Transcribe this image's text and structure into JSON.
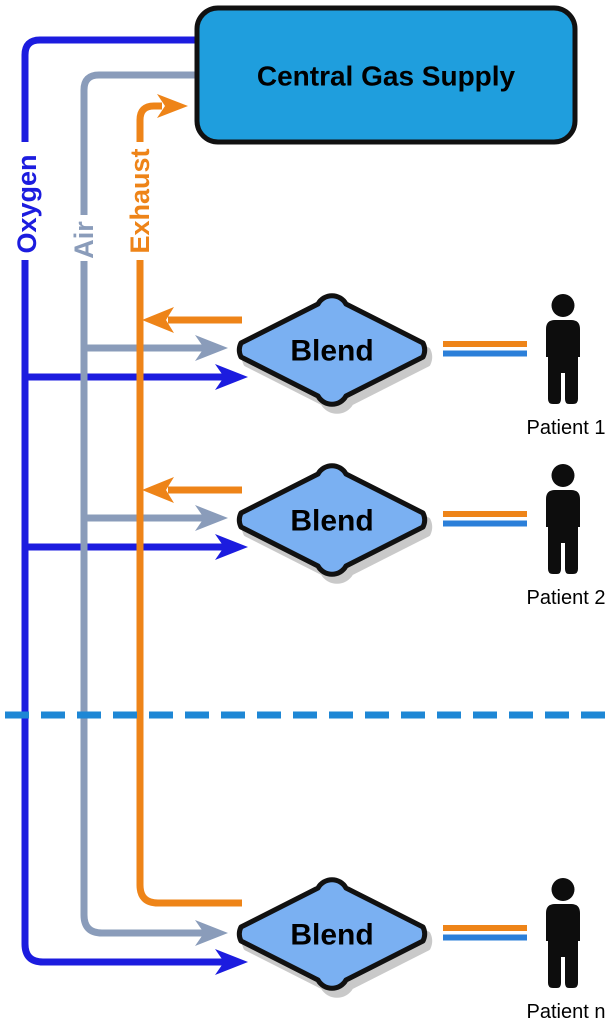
{
  "diagram_title": "Central Gas Supply",
  "colors": {
    "oxygen": "#1c1cdf",
    "air": "#8a9cba",
    "exhaust": "#ee8418",
    "supply_box_fill": "#1f9edd",
    "blend_fill": "#7ab0f2",
    "outline": "#111111",
    "shadow": "#c9c9c9",
    "divider_blue": "#1e87d5",
    "patient_line_orange": "#ee8418",
    "patient_line_blue": "#2b7fd9",
    "person": "#0d0d0d",
    "text": "#000000"
  },
  "supply_lines": [
    {
      "name": "Oxygen",
      "color": "#1c1cdf"
    },
    {
      "name": "Air",
      "color": "#8a9cba"
    },
    {
      "name": "Exhaust",
      "color": "#ee8418"
    }
  ],
  "blend_units": [
    {
      "label": "Blend",
      "patient_label": "Patient 1"
    },
    {
      "label": "Blend",
      "patient_label": "Patient 2"
    },
    {
      "label": "Blend",
      "patient_label": "Patient n"
    }
  ],
  "divider": {
    "style": "dashed"
  }
}
